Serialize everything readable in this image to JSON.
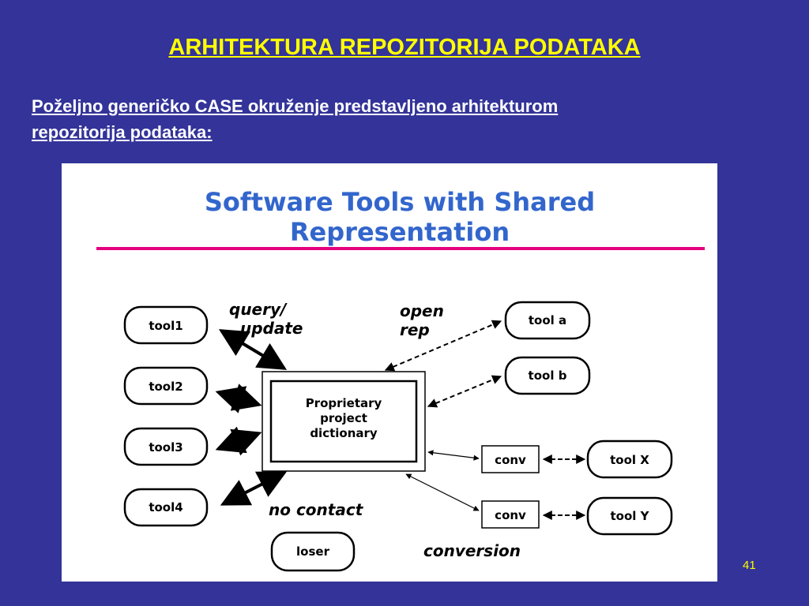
{
  "slide": {
    "title": "ARHITEKTURA REPOZITORIJA PODATAKA",
    "subtitle_line1": "Poželjno generičko CASE okruženje predstavljeno arhitekturom",
    "subtitle_line2": "repozitorija podataka:",
    "page_number": "41"
  },
  "figure": {
    "title_line1": "Software Tools with Shared",
    "title_line2": "Representation",
    "center_box": {
      "line1": "Proprietary",
      "line2": "project",
      "line3": "dictionary"
    },
    "tools": {
      "tool1": "tool1",
      "tool2": "tool2",
      "tool3": "tool3",
      "tool4": "tool4",
      "tool_a": "tool a",
      "tool_b": "tool b",
      "tool_x": "tool X",
      "tool_y": "tool Y",
      "loser": "loser"
    },
    "converters": {
      "conv1": "conv",
      "conv2": "conv"
    },
    "annotations": {
      "query_update_1": "query/",
      "query_update_2": "update",
      "open_rep_1": "open",
      "open_rep_2": "rep",
      "no_contact": "no contact",
      "conversion": "conversion"
    },
    "colors": {
      "figure_title": "#3366cc",
      "rule": "#e6007e"
    }
  }
}
